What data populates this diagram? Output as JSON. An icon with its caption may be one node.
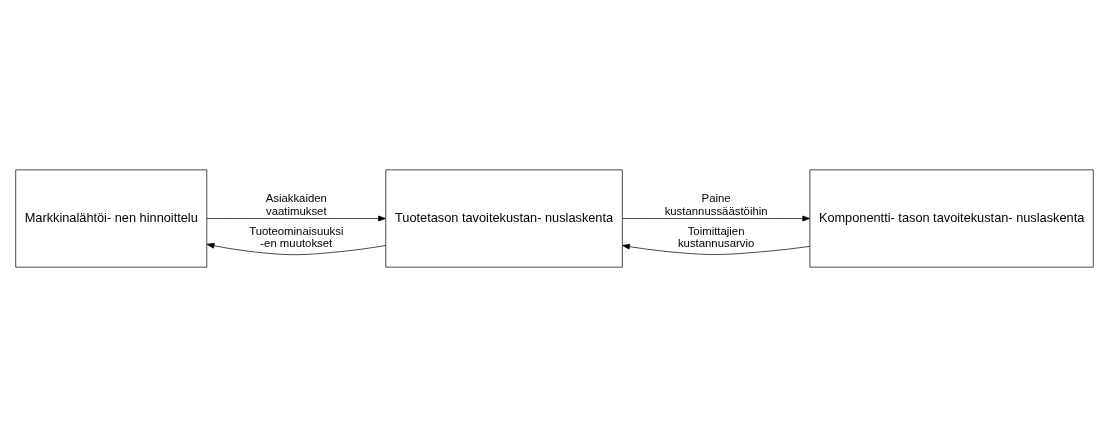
{
  "diagram": {
    "nodes": [
      {
        "text": [
          "Markkinalähtöi- nen hinnoittelu"
        ]
      },
      {
        "text": [
          "Tuotetason tavoitekustan- nuslaskenta"
        ]
      },
      {
        "text": [
          "Komponentti- tason tavoitekustan- nuslaskenta"
        ]
      }
    ],
    "edges": [
      {
        "from": 0,
        "to": 1,
        "arrow": "to",
        "label": "Asiakkaiden vaatimukset"
      },
      {
        "from": 1,
        "to": 0,
        "arrow": "to",
        "label": "Tuoteominaisuuksi -en muutokset"
      },
      {
        "from": 1,
        "to": 2,
        "arrow": "to",
        "label": "Paine kustannussäästöihin"
      },
      {
        "from": 2,
        "to": 1,
        "arrow": "to",
        "label": "Toimittajien kustannusarvio"
      }
    ]
  }
}
